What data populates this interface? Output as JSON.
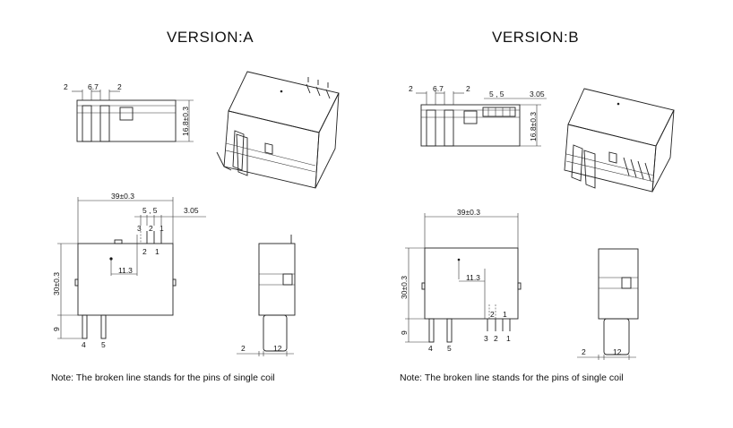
{
  "version_a": {
    "title": "VERSION:A",
    "top_view": {
      "dim_left": "2",
      "dim_mid": "6.7",
      "dim_right": "2",
      "dim_height": "16.8±0.3"
    },
    "front_view": {
      "width": "39±0.3",
      "pitch": "5 , 5",
      "offset": "3.05",
      "height": "30±0.3",
      "pin_length": "9",
      "inner": "11.3",
      "pin_top_labels": [
        "3",
        "2",
        "1"
      ],
      "pin_coil_labels": [
        "2",
        "1"
      ],
      "pin_bottom_labels": [
        "4",
        "5"
      ]
    },
    "side_view": {
      "dim_left": "2",
      "dim_right": "12"
    },
    "note": "Note:  The broken line stands for the pins of single coil"
  },
  "version_b": {
    "title": "VERSION:B",
    "top_view": {
      "dim_left": "2",
      "dim_mid": "6.7",
      "dim_right": "2",
      "pitch": "5 , 5",
      "offset": "3.05",
      "dim_height": "16.8±0.3"
    },
    "front_view": {
      "width": "39±0.3",
      "height": "30±0.3",
      "pin_length": "9",
      "inner": "11.3",
      "pin_coil_labels": [
        "2",
        "1"
      ],
      "pin_bottom_labels": [
        "4",
        "5",
        "3",
        "2",
        "1"
      ]
    },
    "side_view": {
      "dim_left": "2",
      "dim_right": "12"
    },
    "note": "Note:  The broken line stands for the pins of single coil"
  }
}
